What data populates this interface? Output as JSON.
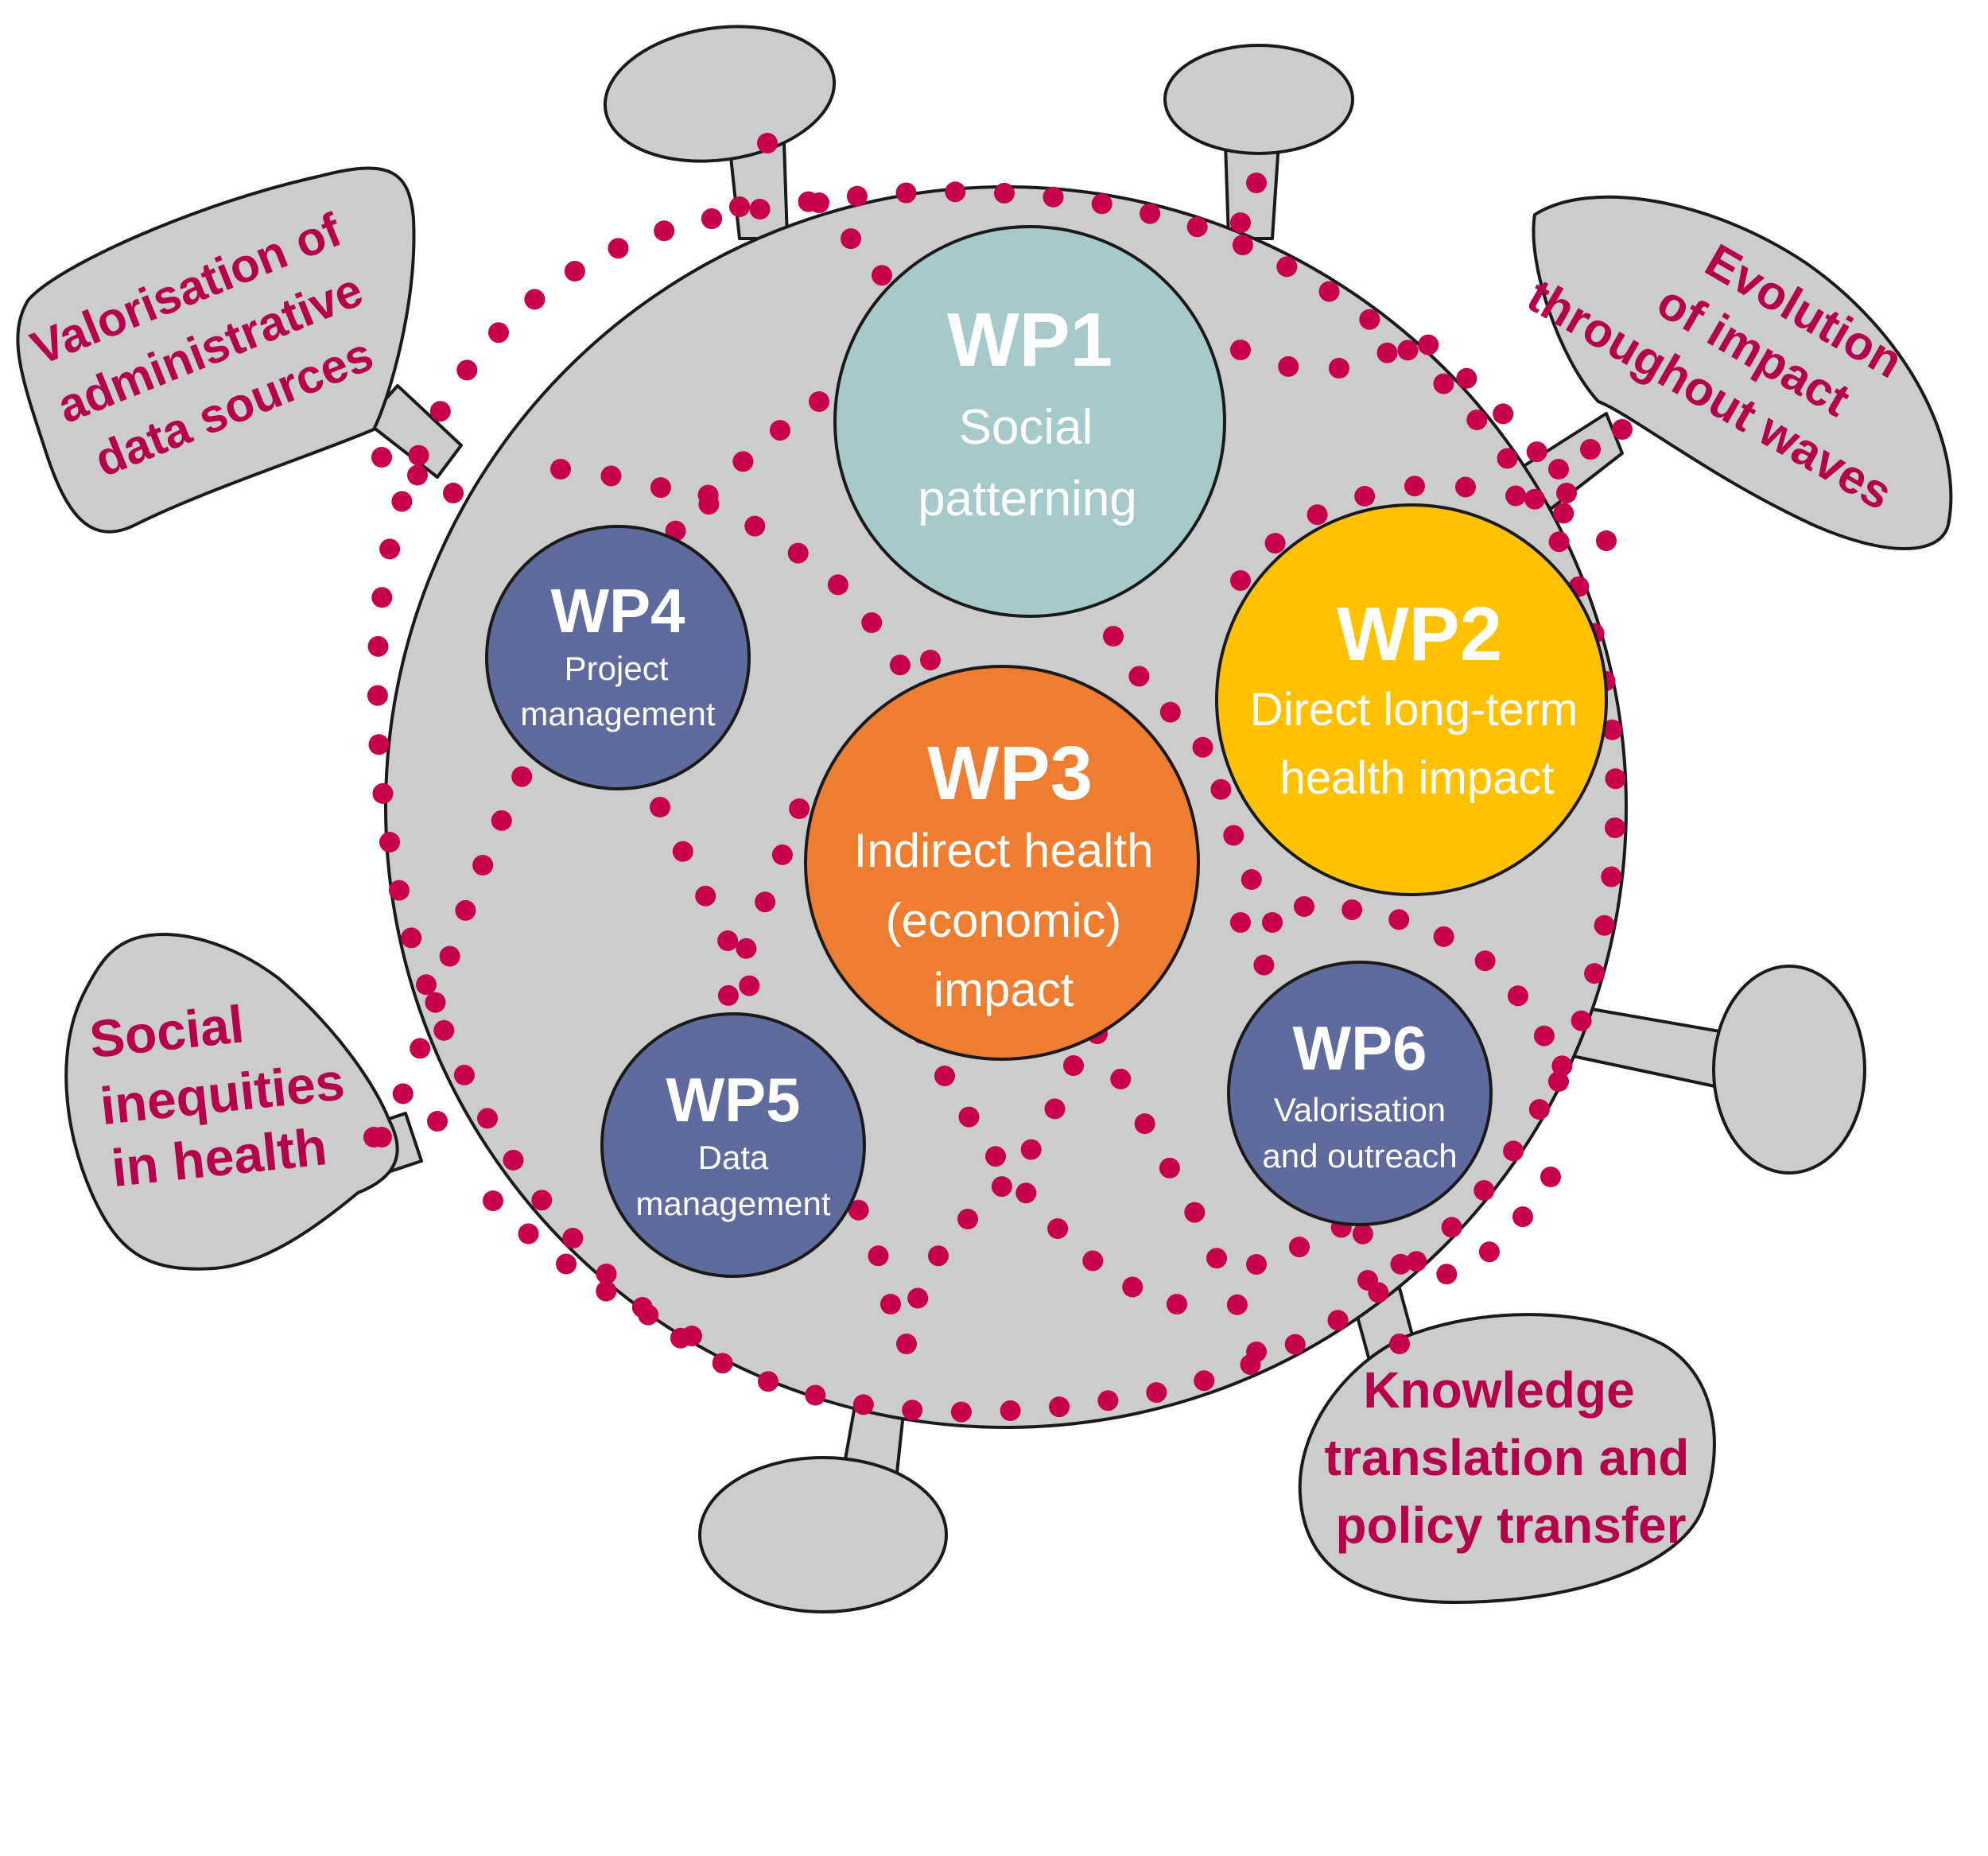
{
  "colors": {
    "body": "#cccccc",
    "outline": "#1a1a1a",
    "dot": "#c7004c",
    "theme_text": "#b5004b",
    "wp1": "#a6cacc",
    "wp2": "#ffc100",
    "wp3": "#ed7d31",
    "wp_blue": "#5f6b9c",
    "wp_text": "#ffffff"
  },
  "work_packages": [
    {
      "code": "WP1",
      "lines": [
        "Social",
        "patterning"
      ],
      "color": "#a6cacc"
    },
    {
      "code": "WP2",
      "lines": [
        "Direct long-term",
        "health impact"
      ],
      "color": "#ffc100"
    },
    {
      "code": "WP3",
      "lines": [
        "Indirect health",
        "(economic)",
        "impact"
      ],
      "color": "#ed7d31"
    },
    {
      "code": "WP4",
      "lines": [
        "Project",
        "management"
      ],
      "color": "#5f6b9c"
    },
    {
      "code": "WP5",
      "lines": [
        "Data",
        "management"
      ],
      "color": "#5f6b9c"
    },
    {
      "code": "WP6",
      "lines": [
        "Valorisation",
        "and outreach"
      ],
      "color": "#5f6b9c"
    }
  ],
  "themes": [
    {
      "id": "valorisation",
      "lines": [
        "Valorisation of",
        "administrative",
        "data sources"
      ]
    },
    {
      "id": "evolution",
      "lines": [
        "Evolution",
        "of impact",
        "throughout waves"
      ]
    },
    {
      "id": "inequities",
      "lines": [
        "Social",
        "inequities",
        "in health"
      ]
    },
    {
      "id": "knowledge",
      "lines": [
        "Knowledge",
        "translation and",
        "policy transfer"
      ]
    }
  ]
}
